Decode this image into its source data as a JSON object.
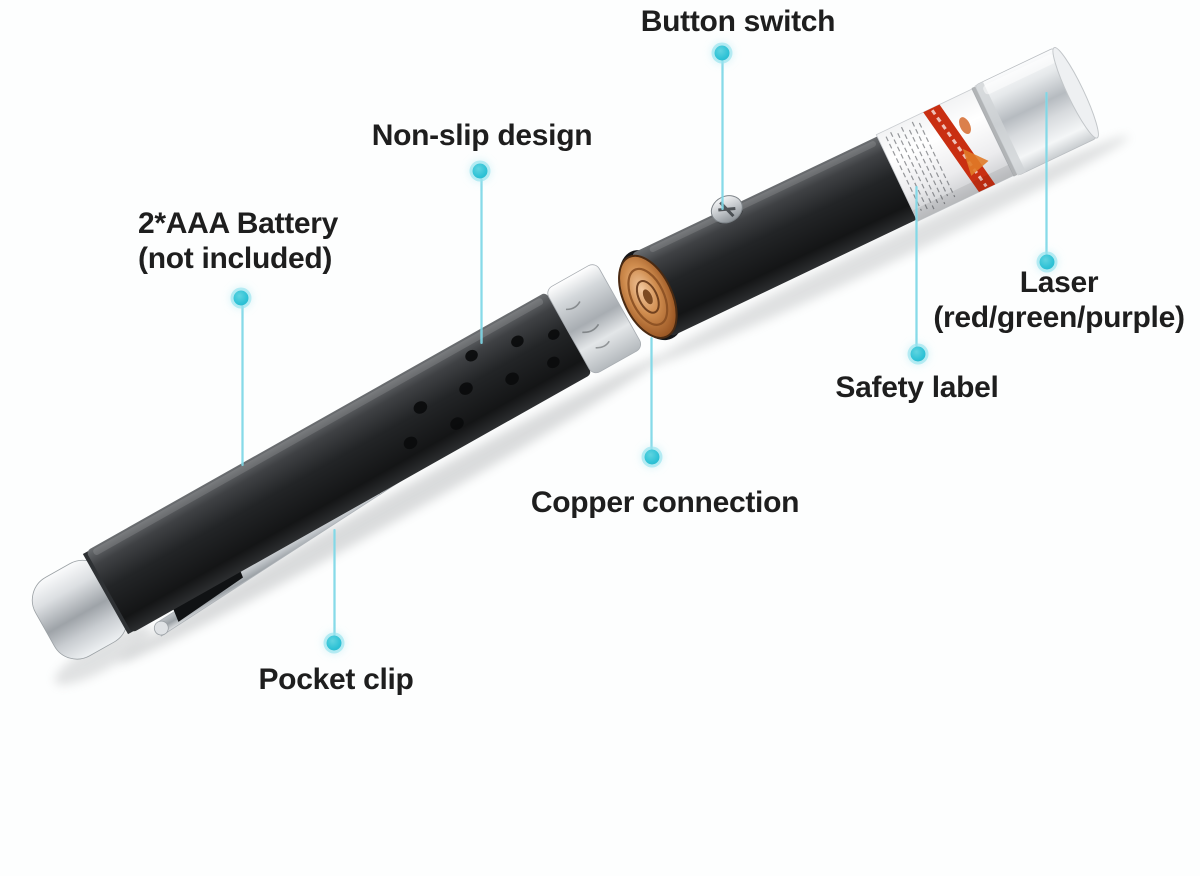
{
  "product": {
    "name": "Laser pointer pen",
    "view": "disassembled into two halves on white background"
  },
  "colors": {
    "accent_dot": "#2fc2d6",
    "leader_line": "#8fdcea",
    "label_text": "#1e1e1e",
    "background": "#fdfefe",
    "pen_body": "#1d1f21",
    "copper": "#b5703a",
    "warning_red": "#c92f12"
  },
  "callouts": {
    "button_switch": {
      "label": "Button switch"
    },
    "non_slip": {
      "label": "Non-slip design"
    },
    "battery": {
      "line1": "2*AAA Battery",
      "line2": "(not included)"
    },
    "laser": {
      "line1": "Laser",
      "line2": "(red/green/purple)"
    },
    "safety_label": {
      "label": "Safety label"
    },
    "copper_connection": {
      "label": "Copper connection"
    },
    "pocket_clip": {
      "label": "Pocket clip"
    }
  }
}
